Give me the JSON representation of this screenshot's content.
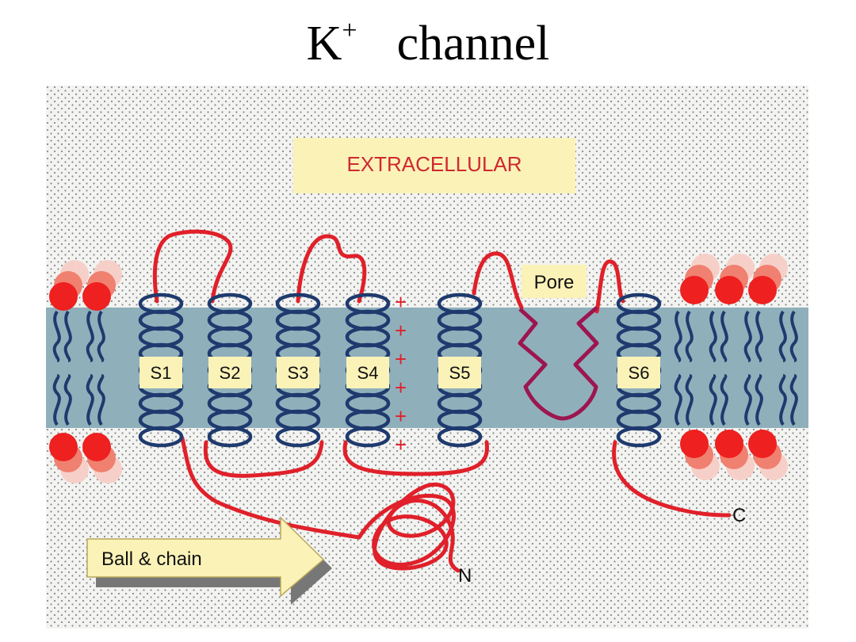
{
  "title": {
    "main": "K",
    "superscript": "+",
    "rest": "channel"
  },
  "regions": {
    "extracellular": "EXTRACELLULAR"
  },
  "segments": [
    "S1",
    "S2",
    "S3",
    "S4",
    "S5",
    "S6"
  ],
  "pore_label": "Pore",
  "ball_and_chain_label": "Ball & chain",
  "terminals": {
    "n": "N",
    "c": "C"
  },
  "s4_charge_symbol": "+",
  "colors": {
    "membrane": "#8fb0bb",
    "helix": "#1e3a6e",
    "chain": "#e0202a",
    "pore_loop": "#9c1650",
    "label_box": "#fbf2b8",
    "lipid_head": "#ee2020"
  }
}
